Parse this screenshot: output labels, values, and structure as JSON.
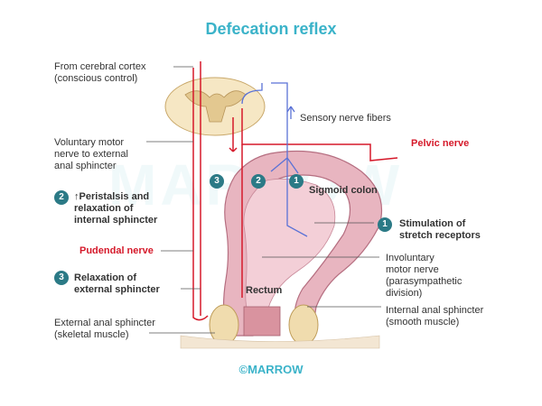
{
  "title": "Defecation reflex",
  "watermark": "MARROW",
  "logo": "©MARROW",
  "labels": {
    "cortex": "From cerebral cortex\n(conscious control)",
    "sensory": "Sensory nerve fibers",
    "pelvic": "Pelvic nerve",
    "voluntary": "Voluntary motor\nnerve to external\nanal sphincter",
    "sigmoid": "Sigmoid colon",
    "stretch": "Stimulation of\nstretch receptors",
    "peristalsis": "↑Peristalsis and\nrelaxation of\ninternal sphincter",
    "pudendal": "Pudendal nerve",
    "involuntary": "Involuntary\nmotor nerve\n(parasympathetic\ndivision)",
    "relaxation": "Relaxation of\nexternal sphincter",
    "rectum": "Rectum",
    "external": "External anal sphincter\n(skeletal muscle)",
    "internal": "Internal anal sphincter\n(smooth muscle)"
  },
  "steps": {
    "s1": "1",
    "s2": "2",
    "s3": "3"
  },
  "colors": {
    "accent": "#3bb3c9",
    "motor": "#d5192a",
    "sensory": "#5a72d6",
    "step": "#2b7a86",
    "tissue": "#e8b5c0"
  }
}
